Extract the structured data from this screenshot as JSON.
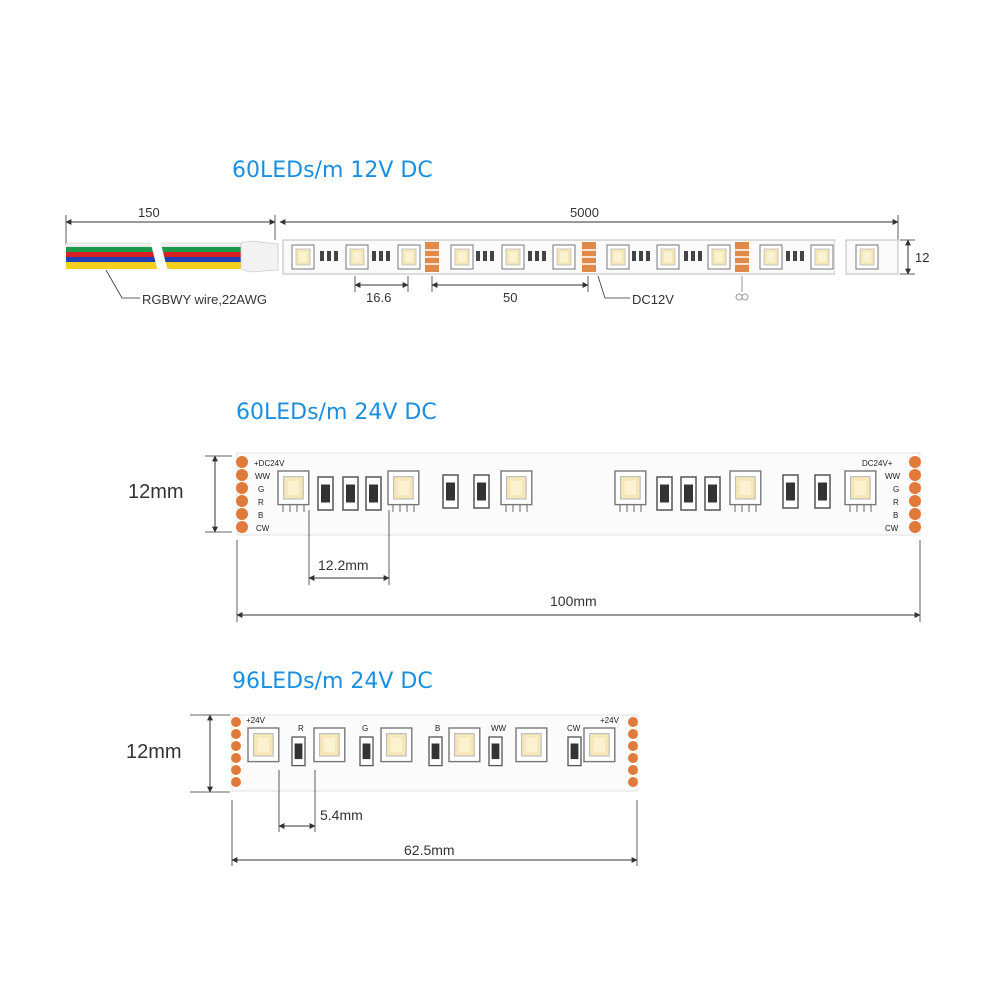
{
  "section1": {
    "title": "60LEDs/m 12V DC",
    "dim_wire": "150",
    "dim_length": "5000",
    "dim_width": "12",
    "dim_pitch": "16.6",
    "dim_cut": "50",
    "wire_label": "RGBWY wire,22AWG",
    "voltage_label": "DC12V"
  },
  "section2": {
    "title": "60LEDs/m 24V DC",
    "width": "12mm",
    "pitch": "12.2mm",
    "cut": "100mm",
    "left_pins": [
      "+DC24V",
      "WW",
      "G",
      "R",
      "B",
      "CW"
    ],
    "right_pins": [
      "DC24V+",
      "WW",
      "G",
      "R",
      "B",
      "CW"
    ]
  },
  "section3": {
    "title": "96LEDs/m 24V DC",
    "width": "12mm",
    "pitch": "5.4mm",
    "cut": "62.5mm",
    "labels": [
      "+24V",
      "R",
      "G",
      "B",
      "WW",
      "CW",
      "+24V"
    ]
  },
  "colors": {
    "title": "#1a8fe0",
    "pad": "#e07a3a",
    "wire_white": "#f2f2f2",
    "wire_green": "#1a9a4a",
    "wire_red": "#d82020",
    "wire_blue": "#1f3fb8",
    "wire_yellow": "#f3d020"
  }
}
